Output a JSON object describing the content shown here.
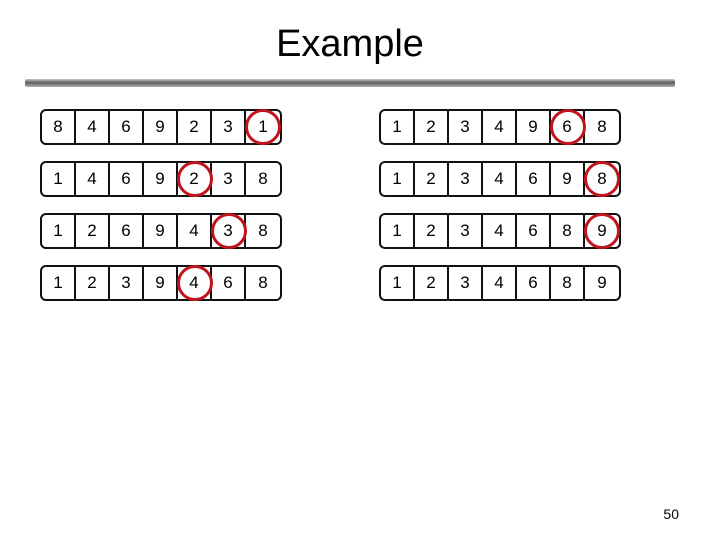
{
  "title": "Example",
  "slide_number": "50",
  "highlight_color": "#c0141e",
  "arrays": [
    {
      "values": [
        "8",
        "4",
        "6",
        "9",
        "2",
        "3",
        "1"
      ],
      "circled": 6
    },
    {
      "values": [
        "1",
        "4",
        "6",
        "9",
        "2",
        "3",
        "8"
      ],
      "circled": 4
    },
    {
      "values": [
        "1",
        "2",
        "6",
        "9",
        "4",
        "3",
        "8"
      ],
      "circled": 5
    },
    {
      "values": [
        "1",
        "2",
        "3",
        "9",
        "4",
        "6",
        "8"
      ],
      "circled": 4
    },
    {
      "values": [
        "1",
        "2",
        "3",
        "4",
        "9",
        "6",
        "8"
      ],
      "circled": 5
    },
    {
      "values": [
        "1",
        "2",
        "3",
        "4",
        "6",
        "9",
        "8"
      ],
      "circled": 6
    },
    {
      "values": [
        "1",
        "2",
        "3",
        "4",
        "6",
        "8",
        "9"
      ],
      "circled": 6
    },
    {
      "values": [
        "1",
        "2",
        "3",
        "4",
        "6",
        "8",
        "9"
      ],
      "circled": null
    }
  ]
}
